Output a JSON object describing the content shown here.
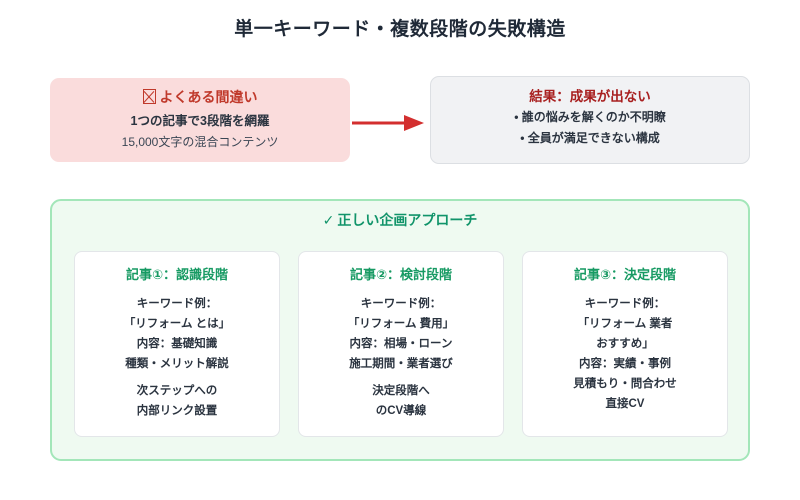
{
  "page": {
    "title": "単一キーワード・複数段階の失敗構造"
  },
  "mistake_box": {
    "icon": "missing-glyph-box-icon",
    "heading": "よくある間違い",
    "line1": "1つの記事で3段階を網羅",
    "line2": "15,000文字の混合コンテンツ"
  },
  "arrow": {
    "icon": "right-arrow-icon",
    "color": "#d32f2f"
  },
  "result_box": {
    "heading": "結果：成果が出ない",
    "bullets": [
      "• 誰の悩みを解くのか不明瞭",
      "• 全員が満足できない構成"
    ]
  },
  "approach_panel": {
    "check_icon": "✓",
    "title": "正しい企画アプローチ",
    "cards": [
      {
        "heading": "記事①：認識段階",
        "lines": [
          "キーワード例：",
          "「リフォーム とは」",
          "内容：基礎知識",
          "種類・メリット解説"
        ],
        "footer": [
          "次ステップへの",
          "内部リンク設置"
        ]
      },
      {
        "heading": "記事②：検討段階",
        "lines": [
          "キーワード例：",
          "「リフォーム 費用」",
          "内容：相場・ローン",
          "施工期間・業者選び"
        ],
        "footer": [
          "決定段階へ",
          "のCV導線"
        ]
      },
      {
        "heading": "記事③：決定段階",
        "lines": [
          "キーワード例：",
          "「リフォーム 業者",
          "おすすめ」",
          "内容：実績・事例",
          "見積もり・問合わせ"
        ],
        "footer": [
          "直接CV"
        ]
      }
    ]
  },
  "colors": {
    "title": "#1f2937",
    "mistake_bg": "#fadcdc",
    "mistake_accent": "#c0392b",
    "result_bg": "#f1f2f4",
    "result_accent": "#a81f1f",
    "panel_bg": "#effaf1",
    "panel_border": "#a3e6b9",
    "panel_accent": "#11946a",
    "card_accent": "#179a63"
  }
}
